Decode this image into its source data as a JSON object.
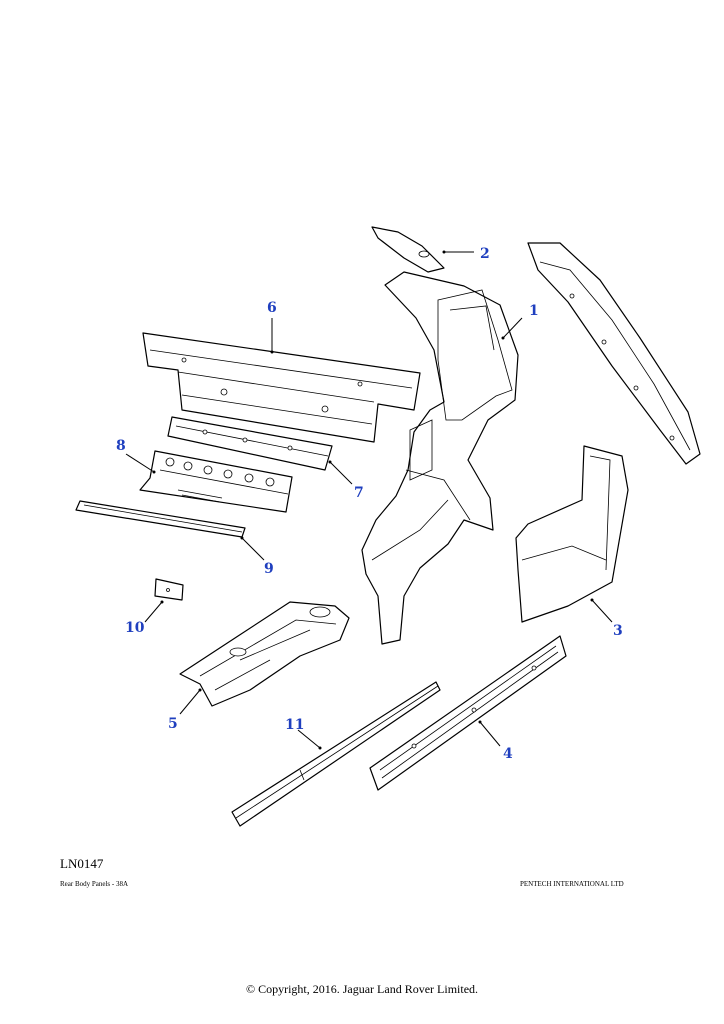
{
  "figure": {
    "code": "LN0147",
    "caption": "Rear Body Panels - 38A",
    "publisher": "PENTECH INTERNATIONAL LTD",
    "copyright": "© Copyright, 2016. Jaguar Land Rover Limited."
  },
  "callouts": [
    "1",
    "2",
    "3",
    "4",
    "5",
    "6",
    "7",
    "8",
    "9",
    "10",
    "11"
  ],
  "colors": {
    "callout": "#1f3fbf",
    "line": "#000000",
    "background": "#ffffff"
  }
}
